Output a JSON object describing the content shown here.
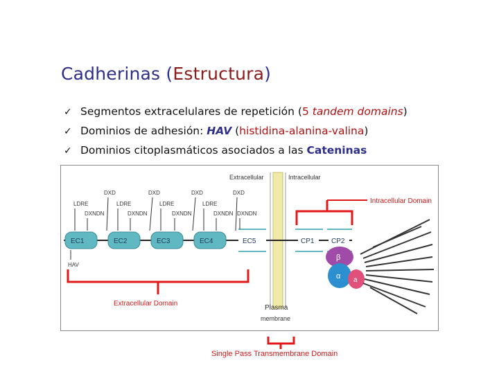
{
  "slide": {
    "title_main": "Cadherinas (",
    "title_accent": "Estructura",
    "title_close": ")"
  },
  "bullets": [
    {
      "check": "✓",
      "a": "Segmentos extracelulares de repetición (",
      "b": "5",
      "c": " tandem domains",
      "d": ")"
    },
    {
      "check": "✓",
      "a": "Dominios de adhesión: ",
      "b": "HAV",
      "c": " (",
      "d": "histidina-alanina-valina",
      "e": ")"
    },
    {
      "check": "✓",
      "a": "Dominios citoplasmáticos asociados a las ",
      "b": "Cateninas"
    }
  ],
  "diagram": {
    "extracellular_side": "Extracellular",
    "intracellular_side": "Intracellular",
    "domains": [
      "EC1",
      "EC2",
      "EC3",
      "EC4",
      "EC5"
    ],
    "cyto_domains": [
      "CP1",
      "CP2"
    ],
    "motif_ldre": "LDRE",
    "motif_dxndn": "DXNDN",
    "motif_dxd": "DXD",
    "hav": "HAV",
    "beta": "β",
    "alpha": "α",
    "a_label": "a",
    "intracellular_domain": "Intracellular Domain",
    "extracellular_domain": "Extracellular Domain",
    "plasma": "Plasma",
    "membrane": "membrane",
    "single_pass": "Single Pass Transmembrane Domain",
    "colors": {
      "domain_teal": "#5fb8c2",
      "membrane_yellow": "#f0eaa8",
      "bracket_red": "#e01818",
      "beta_purple": "#a04ba8",
      "alpha_blue": "#2c8fd0",
      "a_pink": "#e0507a"
    }
  }
}
